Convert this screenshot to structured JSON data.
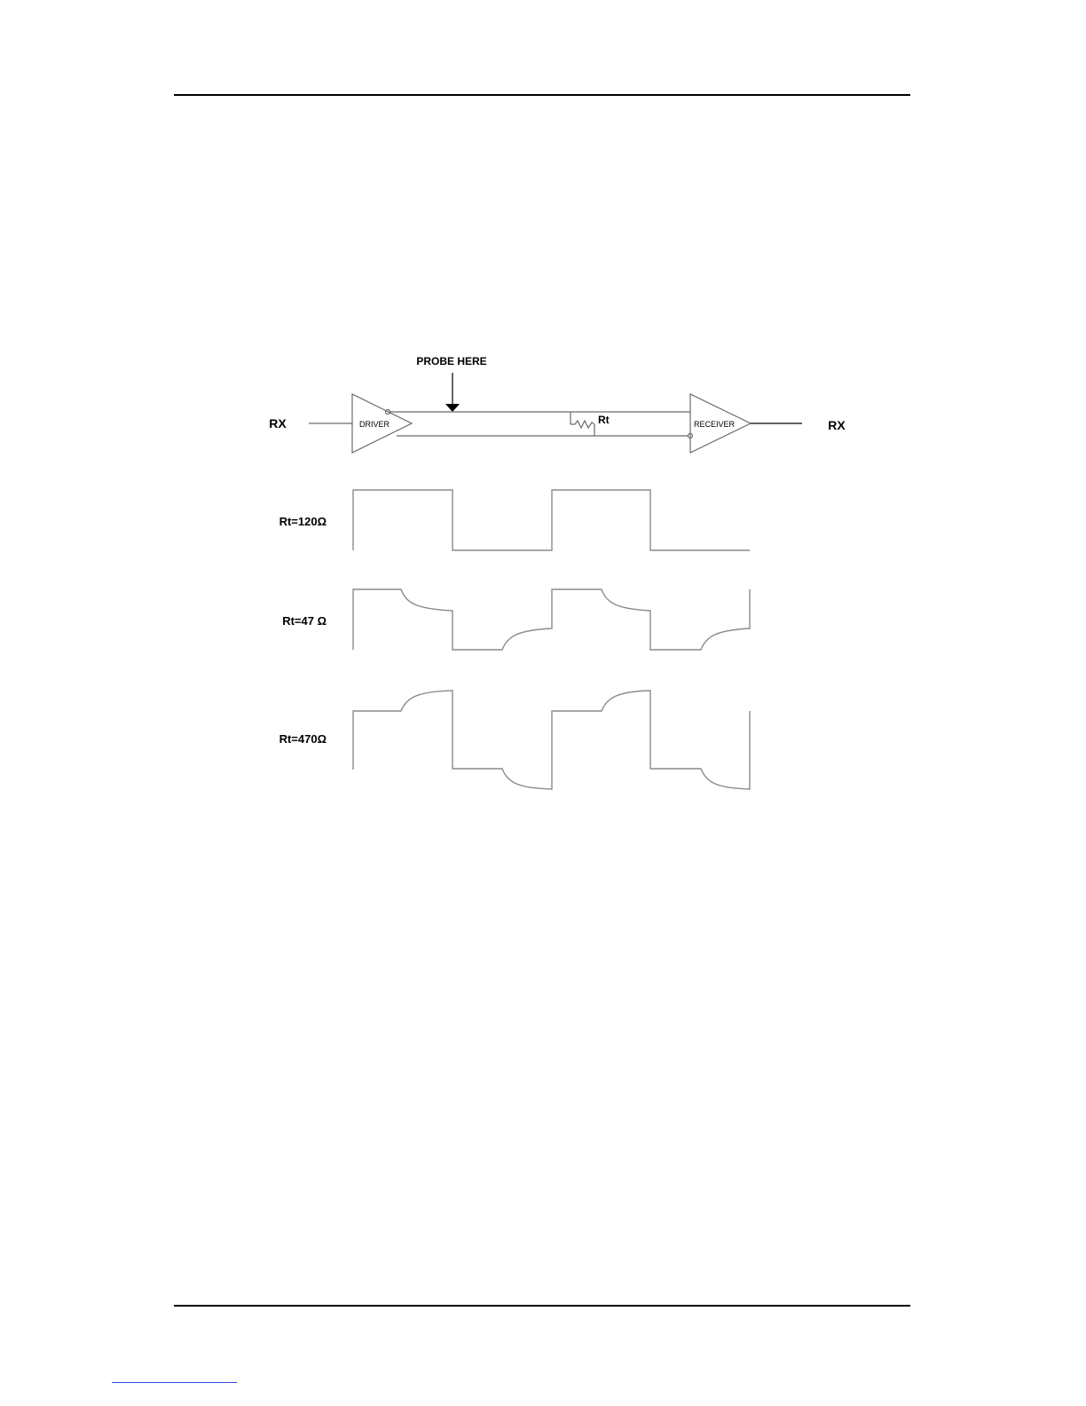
{
  "labels": {
    "probe": "PROBE HERE",
    "rx_in": "RX",
    "rx_out": "RX",
    "driver": "DRIVER",
    "receiver": "RECEIVER",
    "resistor": "Rt"
  },
  "waveforms": [
    {
      "label": "Rt=120Ω",
      "shape": "square"
    },
    {
      "label": "Rt=47 Ω",
      "shape": "undershoot"
    },
    {
      "label": "Rt=470Ω",
      "shape": "overshoot"
    }
  ],
  "colors": {
    "line": "#000000",
    "wire": "#6b6b6b",
    "wave": "#8a8a8a",
    "link": "#2b4fd8"
  }
}
